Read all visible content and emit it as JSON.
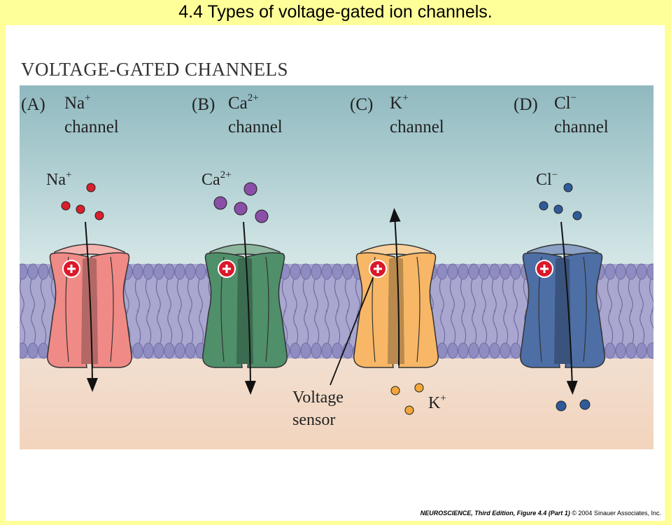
{
  "slide": {
    "title": "4.4  Types of voltage-gated ion channels."
  },
  "figure": {
    "heading": "VOLTAGE-GATED CHANNELS",
    "panels": [
      {
        "letter": "(A)",
        "ion": "Na",
        "charge": "+",
        "word": "channel",
        "color": "#f08a86"
      },
      {
        "letter": "(B)",
        "ion": "Ca",
        "charge": "2+",
        "word": "channel",
        "color": "#4f8f6a"
      },
      {
        "letter": "(C)",
        "ion": "K",
        "charge": "+",
        "word": "channel",
        "color": "#f7b766"
      },
      {
        "letter": "(D)",
        "ion": "Cl",
        "charge": "−",
        "word": "channel",
        "color": "#4d6fa6"
      }
    ],
    "ion_labels": [
      {
        "ion": "Na",
        "charge": "+"
      },
      {
        "ion": "Ca",
        "charge": "2+"
      },
      {
        "ion": "K",
        "charge": "+"
      },
      {
        "ion": "Cl",
        "charge": "−"
      }
    ],
    "voltage_sensor_label": [
      "Voltage",
      "sensor"
    ]
  },
  "credit": {
    "book": "NEUROSCIENCE, Third Edition",
    "figure": ", Figure 4.4 (Part 1)",
    "copyright": " © 2004 Sinauer Associates, Inc."
  }
}
